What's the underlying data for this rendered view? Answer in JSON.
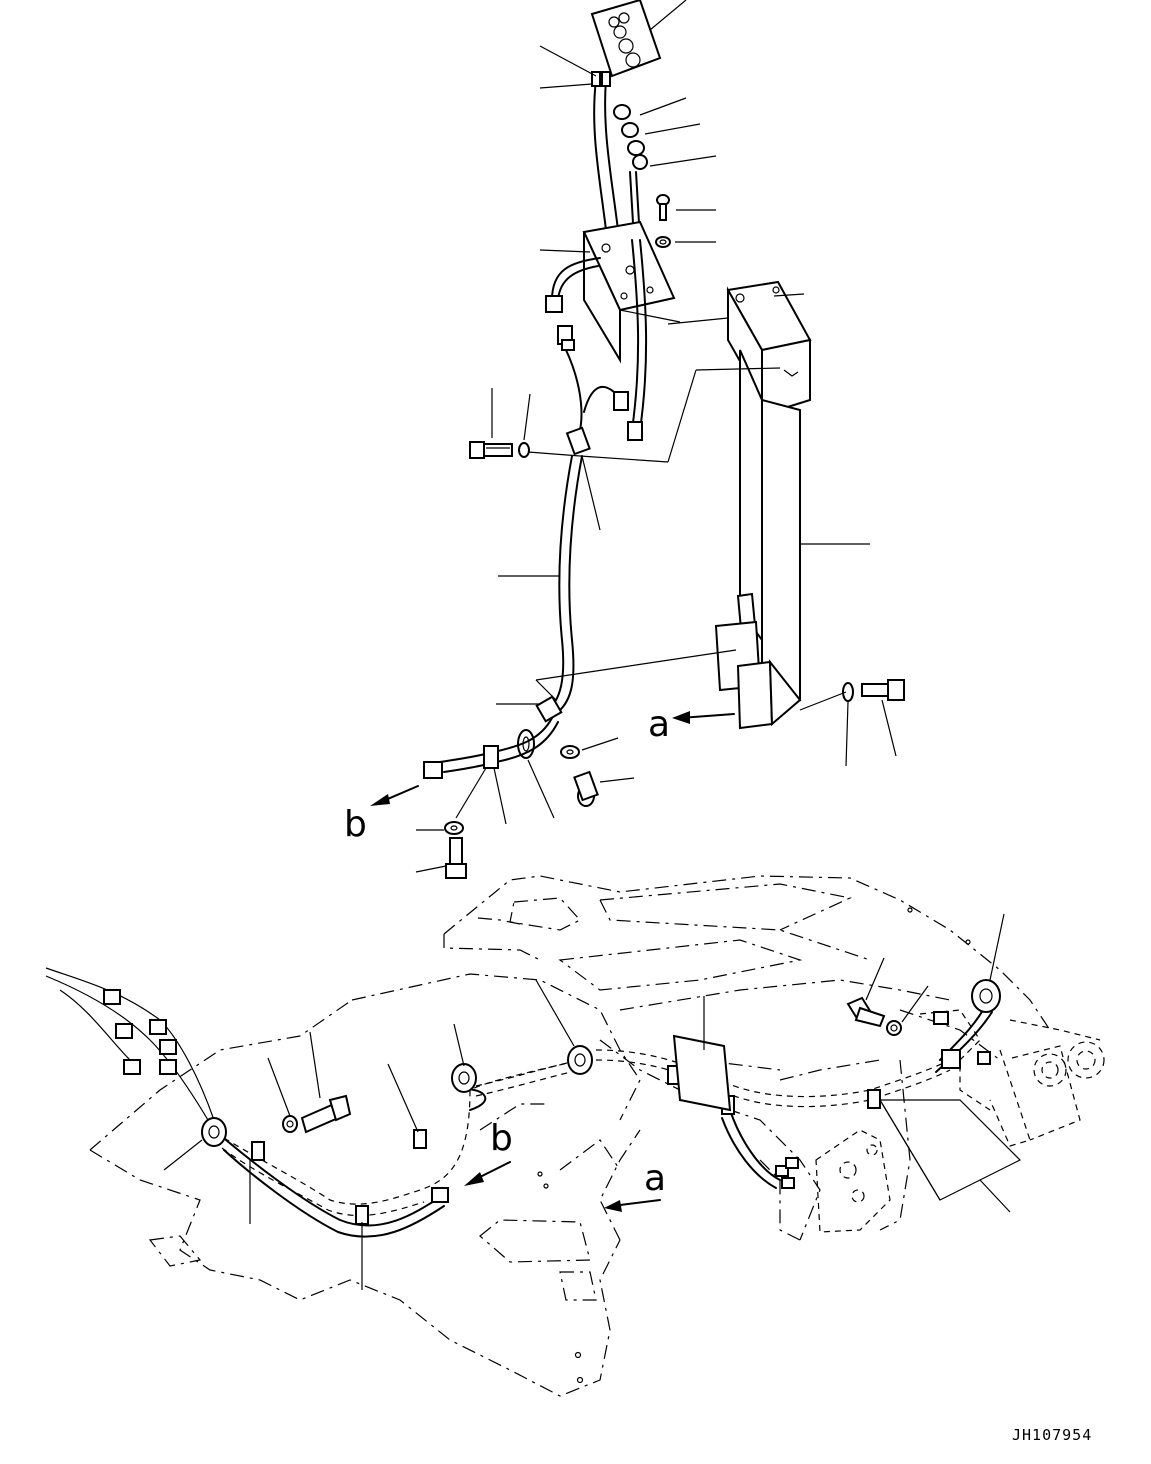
{
  "diagram": {
    "view_labels": {
      "a_upper": "a",
      "b_upper": "b",
      "a_lower": "a",
      "b_lower": "b"
    },
    "drawing_code": "JH107954"
  }
}
